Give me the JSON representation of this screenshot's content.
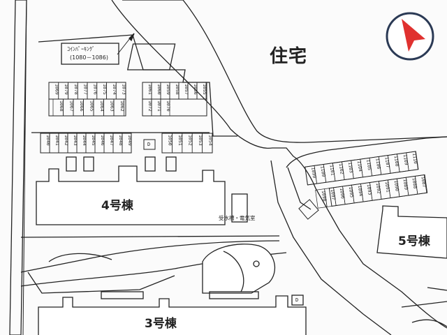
{
  "labels": {
    "residential": "住宅",
    "building_4": "4号棟",
    "building_5": "5号棟",
    "building_3": "3号棟",
    "coin_parking": "ｺｲﾝﾊﾟｰｷﾝｸﾞ",
    "coin_parking_range": "(1080－1086)",
    "pump_room": "受水槽・電気室",
    "disabled_spot": "D"
  },
  "parking": {
    "upper_left": [
      "1069",
      "1068",
      "1079",
      "1067",
      "1078",
      "1066",
      "1077",
      "1065",
      "1076",
      "1064",
      "1075",
      "1063",
      "1074",
      "1062",
      "1073"
    ],
    "upper_right": [
      "1061",
      "1072",
      "1060",
      "1071",
      "1059",
      "1070",
      "1058",
      "1057",
      "1056",
      "1055"
    ],
    "mid_left": [
      "1040",
      "1041",
      "1042",
      "1043",
      "1044",
      "1045",
      "1046",
      "1047",
      "1048",
      "1049"
    ],
    "mid_right": [
      "1050",
      "1051",
      "1052",
      "1053",
      "1054"
    ],
    "east_top": [
      "1099",
      "1100",
      "1101",
      "1102",
      "1103",
      "1104",
      "1105",
      "1106",
      "1107",
      "1108",
      "1109",
      "1110"
    ],
    "east_bottom": [
      "1098",
      "1097",
      "1096",
      "1095",
      "1094",
      "1093",
      "1092",
      "1091",
      "1090",
      "1089",
      "1088",
      "1087"
    ]
  },
  "compass": {
    "icon": "north-arrow-icon",
    "ring_color": "#2b3a55",
    "arrow_color": "#e0312f"
  },
  "colors": {
    "line": "#222222",
    "background": "#fbfbfb"
  }
}
